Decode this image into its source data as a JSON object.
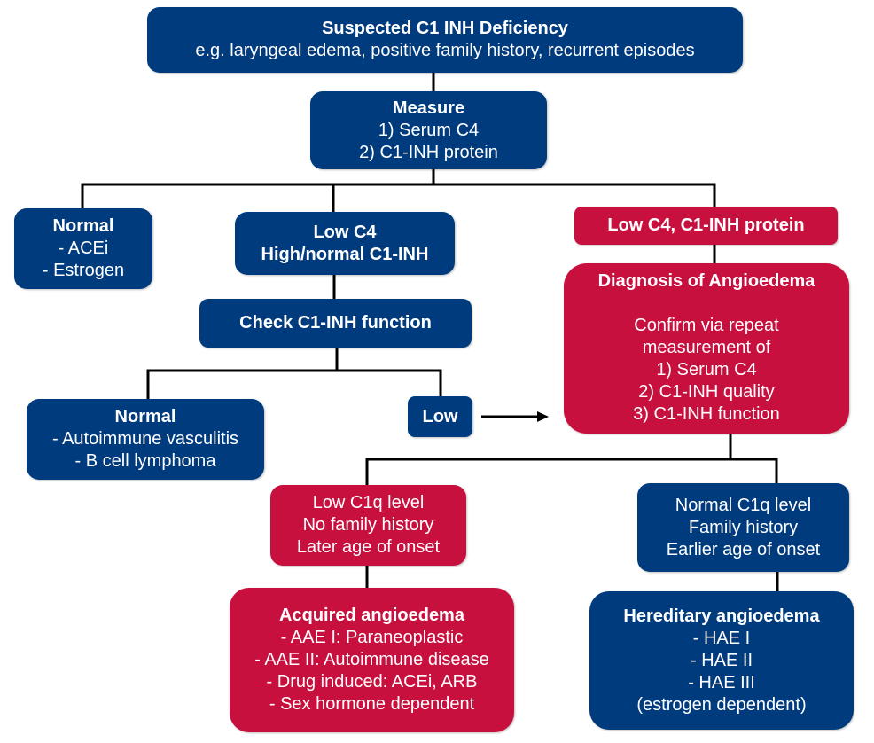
{
  "colors": {
    "blue": "#003b7e",
    "red": "#c8103f",
    "connector": "#000000"
  },
  "nodes": {
    "suspected": {
      "title": "Suspected C1 INH Deficiency",
      "lines": [
        "e.g. laryngeal edema, positive family history, recurrent episodes"
      ],
      "color": "blue"
    },
    "measure": {
      "title": "Measure",
      "lines": [
        "1) Serum C4",
        "2) C1-INH protein"
      ],
      "color": "blue"
    },
    "normal_1": {
      "title": "Normal",
      "lines": [
        "- ACEi",
        "- Estrogen"
      ],
      "color": "blue"
    },
    "low_c4_high": {
      "title": "Low C4",
      "title2": "High/normal C1-INH",
      "color": "blue"
    },
    "check_function": {
      "title": "Check C1-INH function",
      "color": "blue"
    },
    "normal_2": {
      "title": "Normal",
      "lines": [
        "- Autoimmune vasculitis",
        "- B cell lymphoma"
      ],
      "color": "blue"
    },
    "low": {
      "title": "Low",
      "color": "blue"
    },
    "low_c4_protein": {
      "title": "Low C4, C1-INH protein",
      "color": "red"
    },
    "diagnosis": {
      "title": "Diagnosis of Angioedema",
      "lines": [
        "Confirm via repeat",
        "measurement of",
        "1) Serum C4",
        "2) C1-INH quality",
        "3) C1-INH function"
      ],
      "color": "red"
    },
    "low_c1q": {
      "lines": [
        "Low C1q level",
        "No family history",
        "Later age of onset"
      ],
      "color": "red"
    },
    "normal_c1q": {
      "lines": [
        "Normal C1q level",
        "Family history",
        "Earlier age of onset"
      ],
      "color": "blue"
    },
    "acquired": {
      "title": "Acquired angioedema",
      "lines": [
        "- AAE I: Paraneoplastic",
        "- AAE II: Autoimmune disease",
        "- Drug induced: ACEi, ARB",
        "- Sex hormone dependent"
      ],
      "color": "red"
    },
    "hereditary": {
      "title": "Hereditary angioedema",
      "lines": [
        "- HAE I",
        "- HAE II",
        "- HAE III",
        "(estrogen dependent)"
      ],
      "color": "blue"
    }
  }
}
